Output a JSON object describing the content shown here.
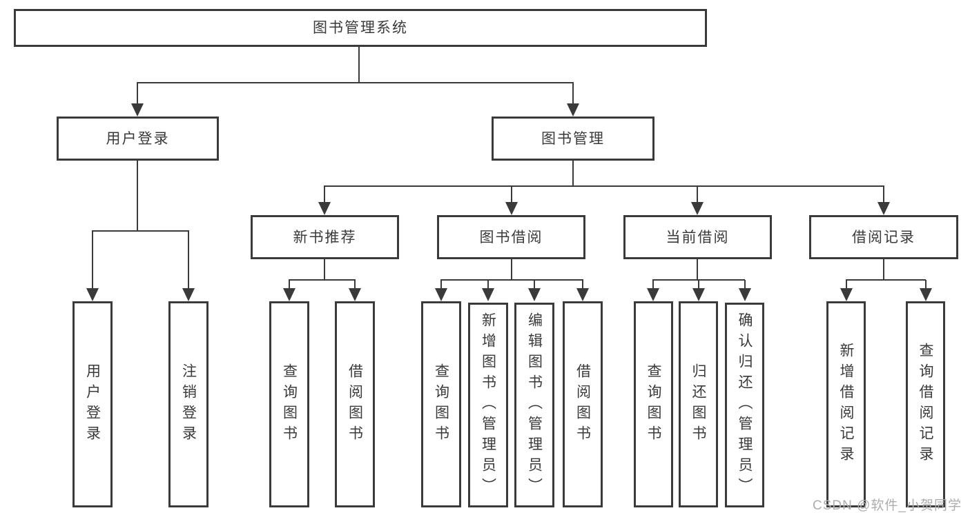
{
  "tree": {
    "label": "图书管理系统",
    "children": [
      {
        "label": "用户登录",
        "children": [
          {
            "label": "用户登录"
          },
          {
            "label": "注销登录"
          }
        ]
      },
      {
        "label": "图书管理",
        "children": [
          {
            "label": "新书推荐",
            "children": [
              {
                "label": "查询图书"
              },
              {
                "label": "借阅图书"
              }
            ]
          },
          {
            "label": "图书借阅",
            "children": [
              {
                "label": "查询图书"
              },
              {
                "label": "新增图书（管理员）"
              },
              {
                "label": "编辑图书（管理员）"
              },
              {
                "label": "借阅图书"
              }
            ]
          },
          {
            "label": "当前借阅",
            "children": [
              {
                "label": "查询图书"
              },
              {
                "label": "归还图书"
              },
              {
                "label": "确认归还（管理员）"
              }
            ]
          },
          {
            "label": "借阅记录",
            "children": [
              {
                "label": "新增借阅记录"
              },
              {
                "label": "查询借阅记录"
              }
            ]
          }
        ]
      }
    ]
  },
  "watermark": {
    "text": "CSDN @软件_小贺同学",
    "color": "#adadad"
  },
  "colors": {
    "line": "#3a3a3a",
    "text": "#3a3a3a",
    "background": "#ffffff",
    "box_fill": "#ffffff"
  }
}
